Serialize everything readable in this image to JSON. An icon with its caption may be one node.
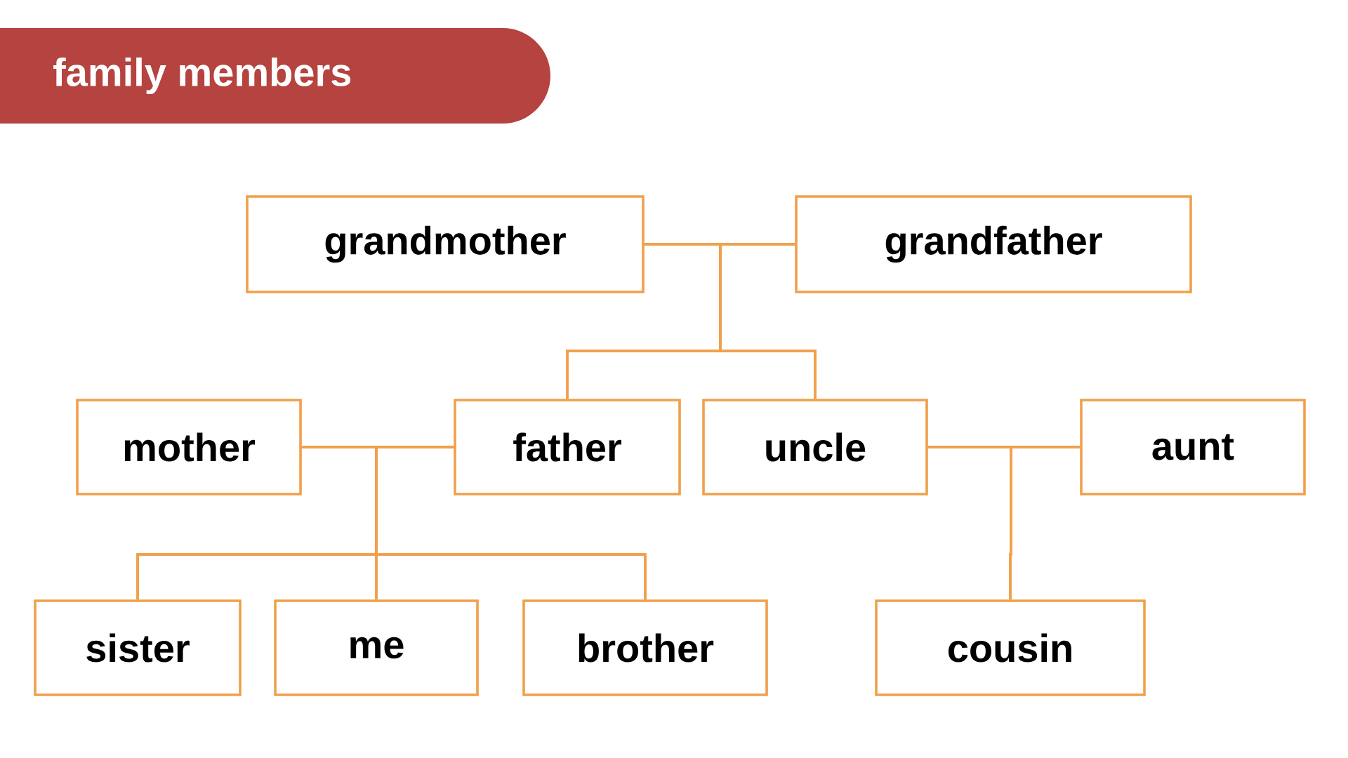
{
  "diagram": {
    "title": "family members",
    "nodes": [
      {
        "text": [
          "grandmother"
        ]
      },
      {
        "text": [
          "grandfather"
        ]
      },
      {
        "text": [
          "mother"
        ]
      },
      {
        "text": [
          "father"
        ]
      },
      {
        "text": [
          "uncle"
        ]
      },
      {
        "text": [
          "aunt"
        ]
      },
      {
        "text": [
          "sister"
        ]
      },
      {
        "text": [
          "me"
        ]
      },
      {
        "text": [
          "brother"
        ]
      },
      {
        "text": [
          "cousin"
        ]
      }
    ],
    "edges": [
      {
        "from": 0,
        "to": 1,
        "arrow": "none"
      },
      {
        "from": 0,
        "to": 3,
        "arrow": "none"
      },
      {
        "from": 1,
        "to": 3,
        "arrow": "none"
      },
      {
        "from": 0,
        "to": 4,
        "arrow": "none"
      },
      {
        "from": 1,
        "to": 4,
        "arrow": "none"
      },
      {
        "from": 2,
        "to": 3,
        "arrow": "none"
      },
      {
        "from": 2,
        "to": 6,
        "arrow": "none"
      },
      {
        "from": 3,
        "to": 6,
        "arrow": "none"
      },
      {
        "from": 2,
        "to": 7,
        "arrow": "none"
      },
      {
        "from": 3,
        "to": 7,
        "arrow": "none"
      },
      {
        "from": 2,
        "to": 8,
        "arrow": "none"
      },
      {
        "from": 3,
        "to": 8,
        "arrow": "none"
      },
      {
        "from": 4,
        "to": 5,
        "arrow": "none"
      },
      {
        "from": 4,
        "to": 9,
        "arrow": "none"
      },
      {
        "from": 5,
        "to": 9,
        "arrow": "none"
      }
    ]
  }
}
